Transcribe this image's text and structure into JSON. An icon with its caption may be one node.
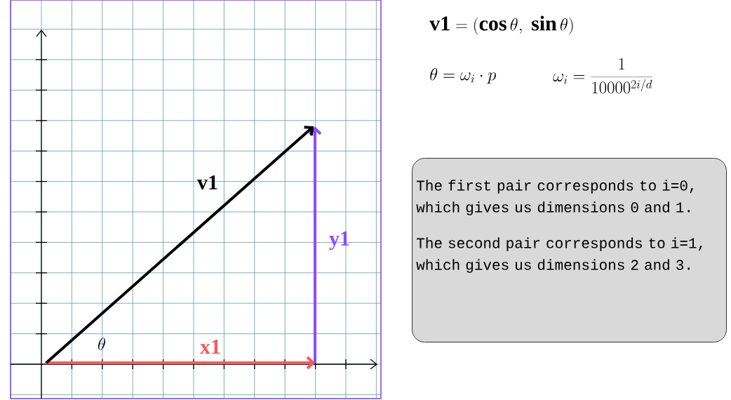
{
  "diagram": {
    "nodes": [
      {
        "text": [
          "The first pair corresponds to i=0, which gives us dimensions 0 and 1.",
          "The second pair corresponds to i=1, which gives us dimensions 2 and 3."
        ]
      }
    ],
    "labels": [
      "\\mathbf{v1} = (\\mathbf{cos}\\,\\theta,\\ \\mathbf{sin}\\,\\theta)",
      "\\theta = \\omega_i \\cdot p",
      "\\omega_i = \\frac{1}{10000^{2i/d}}",
      "v1",
      "y1",
      "\\theta",
      "x1"
    ]
  }
}
